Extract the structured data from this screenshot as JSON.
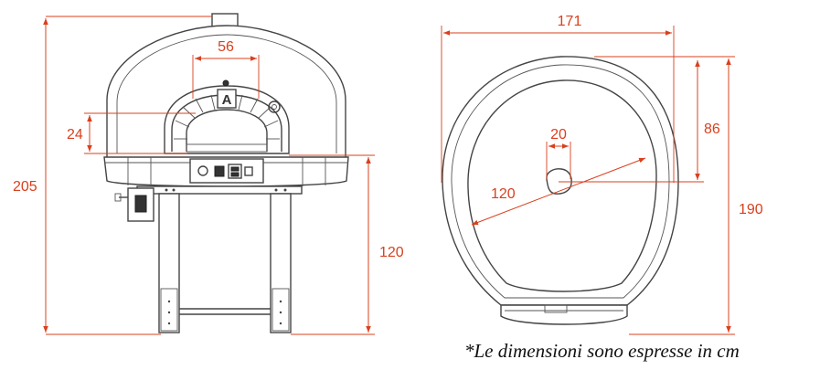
{
  "colors": {
    "dimension": "#d9401e",
    "outline": "#444444",
    "text": "#111111"
  },
  "front_view": {
    "total_height": "205",
    "mouth_width": "56",
    "mouth_height": "24",
    "base_height": "120",
    "logo_letter": "A"
  },
  "top_view": {
    "total_width": "171",
    "total_depth": "190",
    "front_depth": "86",
    "flue_diameter": "20",
    "internal_diameter": "120"
  },
  "note": "*Le dimensioni sono espresse in cm"
}
